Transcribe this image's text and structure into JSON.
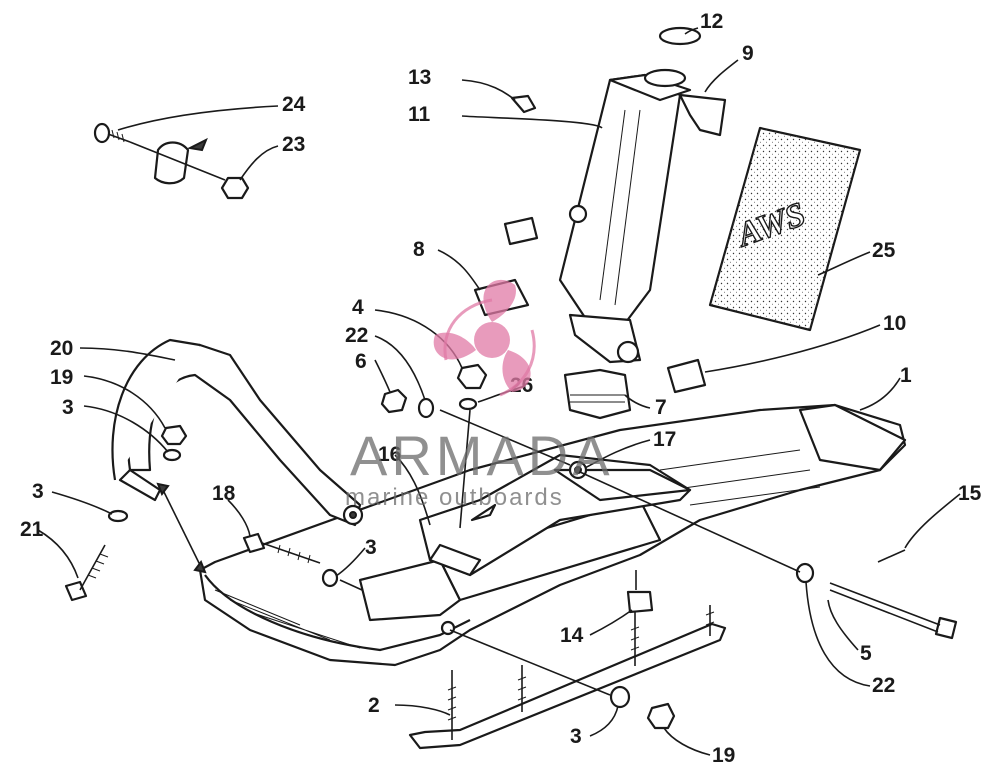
{
  "watermark": {
    "brand": "ARMADA",
    "tagline": "marine outboards",
    "accent_color": "#e07aa6",
    "text_color": "#6b6b6b"
  },
  "callouts": [
    {
      "id": "c12",
      "label": "12"
    },
    {
      "id": "c9",
      "label": "9"
    },
    {
      "id": "c13",
      "label": "13"
    },
    {
      "id": "c11",
      "label": "11"
    },
    {
      "id": "c24",
      "label": "24"
    },
    {
      "id": "c23",
      "label": "23"
    },
    {
      "id": "c8",
      "label": "8"
    },
    {
      "id": "c25",
      "label": "25"
    },
    {
      "id": "c4",
      "label": "4"
    },
    {
      "id": "c22a",
      "label": "22"
    },
    {
      "id": "c10",
      "label": "10"
    },
    {
      "id": "c20",
      "label": "20"
    },
    {
      "id": "c6",
      "label": "6"
    },
    {
      "id": "c26",
      "label": "26"
    },
    {
      "id": "c1",
      "label": "1"
    },
    {
      "id": "c19a",
      "label": "19"
    },
    {
      "id": "c7",
      "label": "7"
    },
    {
      "id": "c3a",
      "label": "3"
    },
    {
      "id": "c17",
      "label": "17"
    },
    {
      "id": "c16",
      "label": "16"
    },
    {
      "id": "c3b",
      "label": "3"
    },
    {
      "id": "c18",
      "label": "18"
    },
    {
      "id": "c15",
      "label": "15"
    },
    {
      "id": "c21",
      "label": "21"
    },
    {
      "id": "c3c",
      "label": "3"
    },
    {
      "id": "c14",
      "label": "14"
    },
    {
      "id": "c5",
      "label": "5"
    },
    {
      "id": "c22b",
      "label": "22"
    },
    {
      "id": "c2",
      "label": "2"
    },
    {
      "id": "c3d",
      "label": "3"
    },
    {
      "id": "c19b",
      "label": "19"
    }
  ],
  "decal_text": "AWS"
}
